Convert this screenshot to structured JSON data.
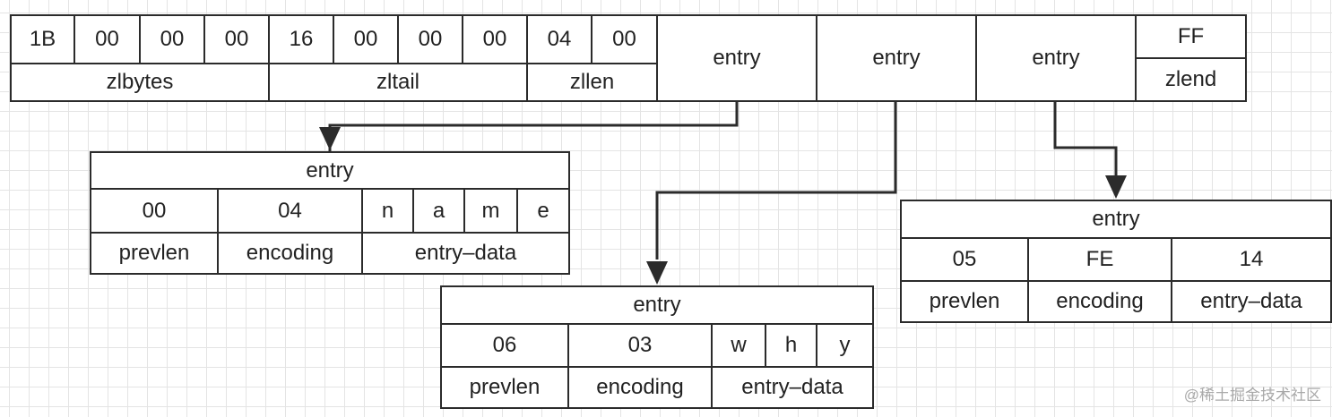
{
  "ziplist": {
    "bytes": [
      "1B",
      "00",
      "00",
      "00",
      "16",
      "00",
      "00",
      "00",
      "04",
      "00"
    ],
    "field_labels": [
      "zlbytes",
      "zltail",
      "zllen"
    ],
    "entry_labels": [
      "entry",
      "entry",
      "entry"
    ],
    "end_byte": "FF",
    "end_label": "zlend"
  },
  "entry_name": {
    "title": "entry",
    "prevlen": "00",
    "encoding": "04",
    "data_bytes": [
      "n",
      "a",
      "m",
      "e"
    ],
    "labels": [
      "prevlen",
      "encoding",
      "entry–data"
    ]
  },
  "entry_why": {
    "title": "entry",
    "prevlen": "06",
    "encoding": "03",
    "data_bytes": [
      "w",
      "h",
      "y"
    ],
    "labels": [
      "prevlen",
      "encoding",
      "entry–data"
    ]
  },
  "entry_int": {
    "title": "entry",
    "prevlen": "05",
    "encoding": "FE",
    "data": "14",
    "labels": [
      "prevlen",
      "encoding",
      "entry–data"
    ]
  },
  "watermark": "@稀土掘金技术社区"
}
